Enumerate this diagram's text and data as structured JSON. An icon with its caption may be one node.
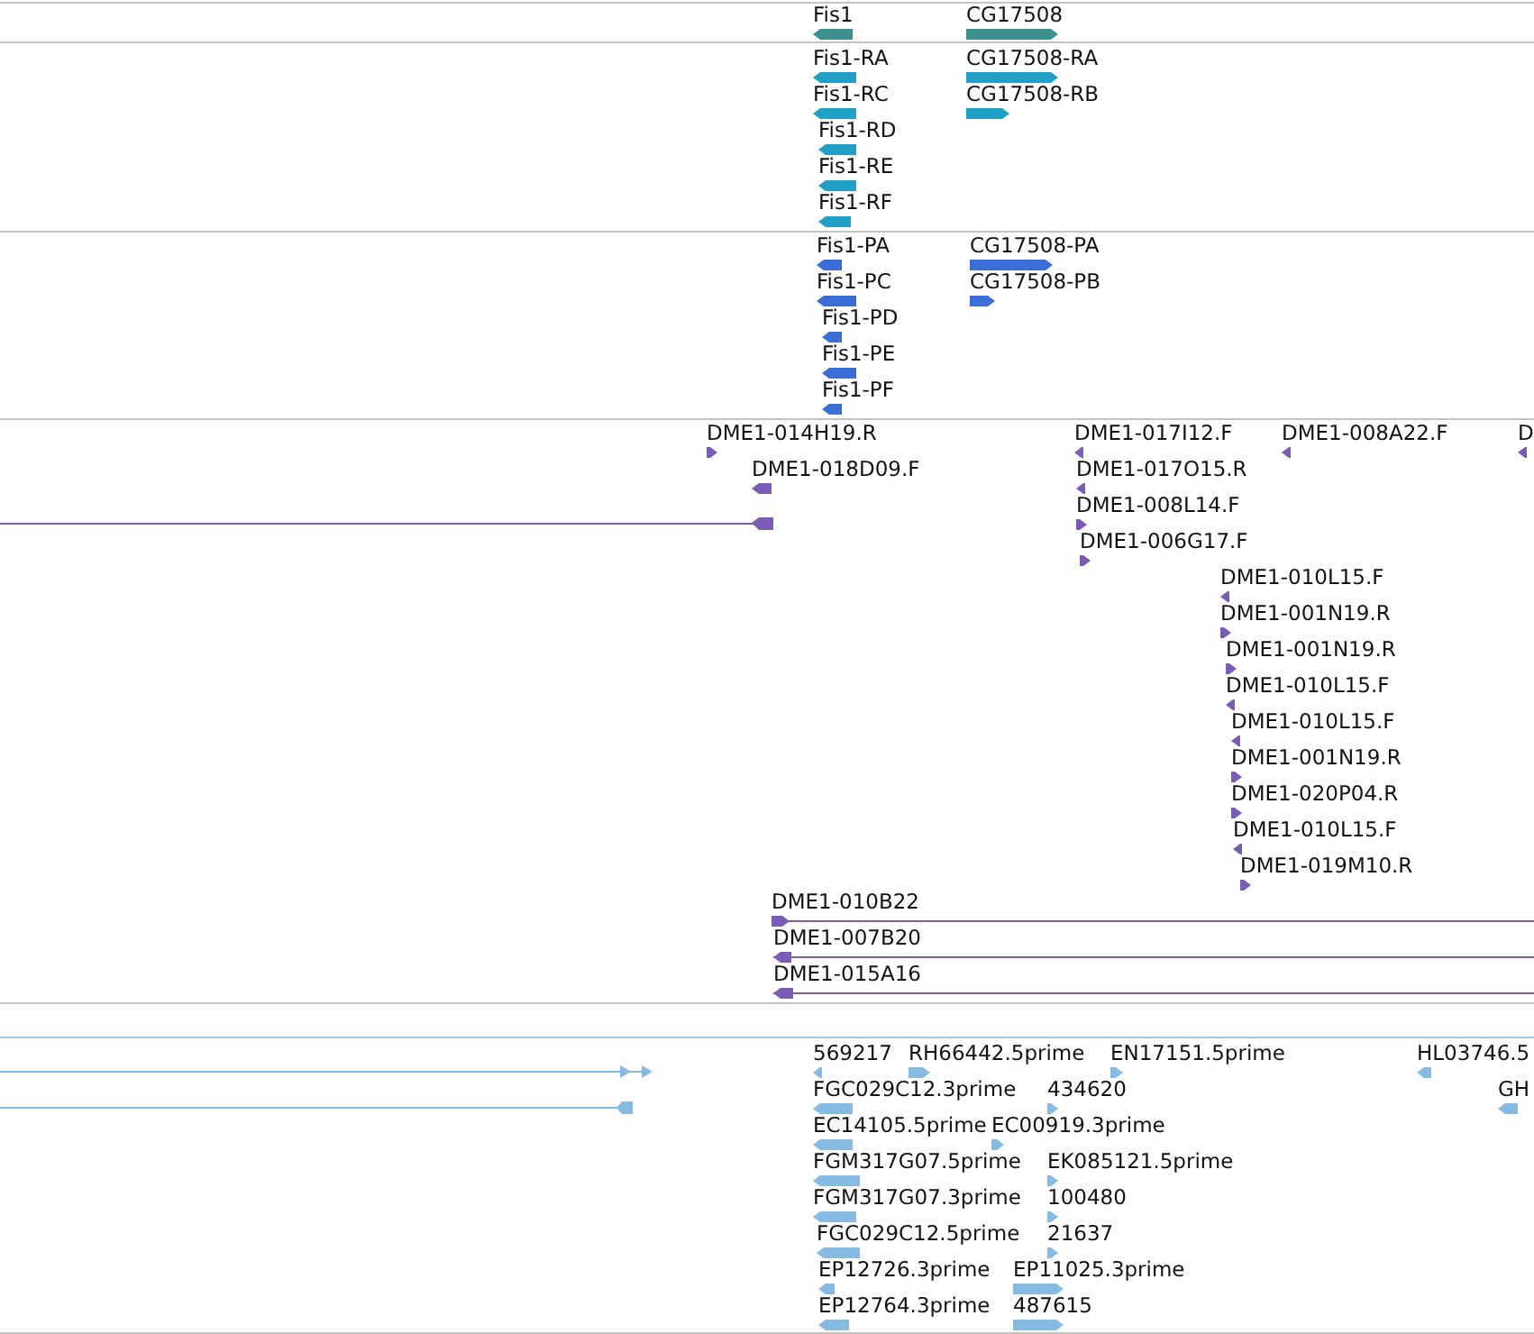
{
  "diagram": {
    "labels": [
      "Fis1",
      "CG17508",
      "Fis1-RA",
      "CG17508-RA",
      "Fis1-RC",
      "CG17508-RB",
      "Fis1-RD",
      "Fis1-RE",
      "Fis1-RF",
      "Fis1-PA",
      "CG17508-PA",
      "Fis1-PC",
      "CG17508-PB",
      "Fis1-PD",
      "Fis1-PE",
      "Fis1-PF",
      "DME1-014H19.R",
      "DME1-017I12.F",
      "DME1-008A22.F",
      "D",
      "DME1-018D09.F",
      "DME1-017O15.R",
      "DME1-008L14.F",
      "DME1-006G17.F",
      "DME1-010L15.F",
      "DME1-001N19.R",
      "DME1-001N19.R",
      "DME1-010L15.F",
      "DME1-010L15.F",
      "DME1-001N19.R",
      "DME1-020P04.R",
      "DME1-010L15.F",
      "DME1-019M10.R",
      "DME1-010B22",
      "DME1-007B20",
      "DME1-015A16",
      "569217",
      "RH66442.5prime",
      "EN17151.5prime",
      "HL03746.5",
      "FGC029C12.3prime",
      "434620",
      "GH",
      "EC14105.5prime",
      "EC00919.3prime",
      "FGM317G07.5prime",
      "EK085121.5prime",
      "FGM317G07.3prime",
      "100480",
      "FGC029C12.5prime",
      "21637",
      "EP12726.3prime",
      "EP11025.3prime",
      "EP12764.3prime",
      "487615"
    ]
  }
}
